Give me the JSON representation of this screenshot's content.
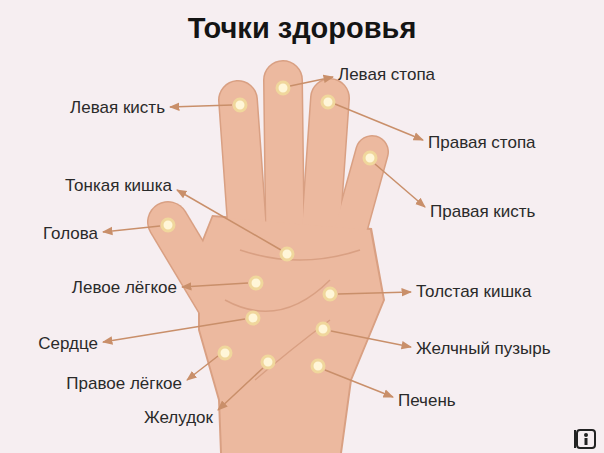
{
  "diagram": {
    "title": "Точки здоровья",
    "labels": [
      "Левая кисть",
      "Левая стопа",
      "Правая стопа",
      "Тонкая кишка",
      "Правая кисть",
      "Голова",
      "Левое лёгкое",
      "Толстая кишка",
      "Сердце",
      "Желчный пузырь",
      "Правое лёгкое",
      "Печень",
      "Желудок"
    ]
  }
}
